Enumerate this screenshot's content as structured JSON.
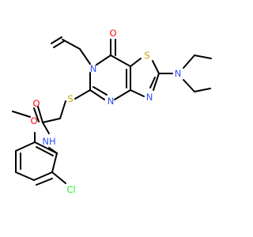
{
  "molecule": {
    "atoms": {
      "o_carbonyl_ring": "O",
      "s_thiazole": "S",
      "n_ring_allyl": "N",
      "n_ring_lower": "N",
      "n_thiazole": "N",
      "n_diethylamino": "N",
      "s_thioether": "S",
      "o_amide": "O",
      "nh_amide": "NH",
      "o_methoxy": "O",
      "cl": "Cl"
    },
    "colors": {
      "N": "#3050F8",
      "O": "#FF0D0D",
      "S": "#C8A000",
      "Cl": "#1FF01F",
      "bond": "#000000"
    }
  }
}
